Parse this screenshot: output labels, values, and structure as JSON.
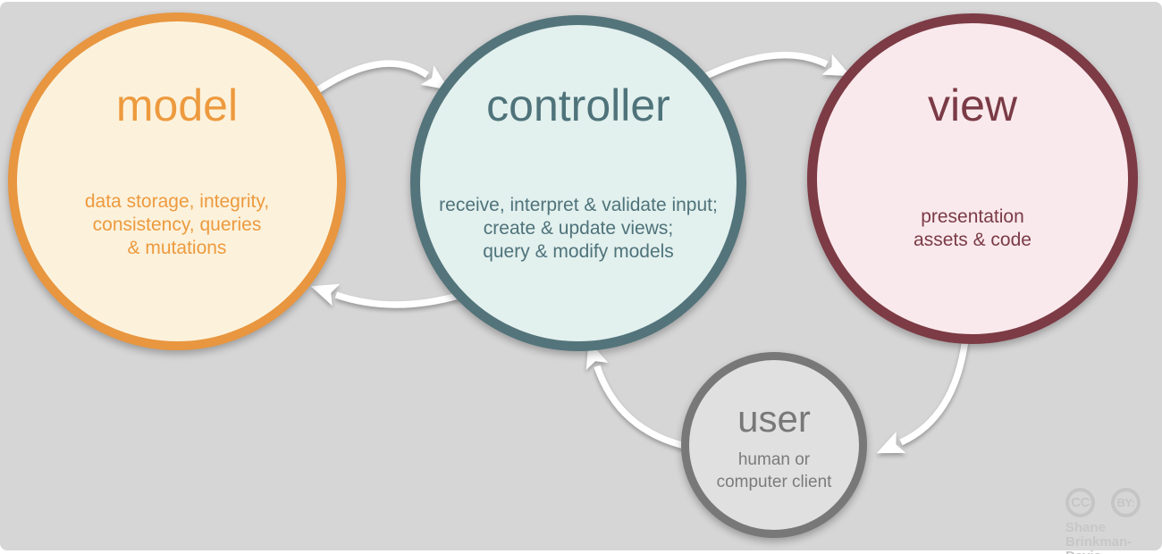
{
  "diagram_type": "mvc-architecture",
  "circles": {
    "model": {
      "title": "model",
      "description": "data storage, integrity,\nconsistency, queries\n& mutations",
      "border_color": "#E8963F",
      "fill_color": "#FCF2DC",
      "text_color": "#ED9A3E"
    },
    "controller": {
      "title": "controller",
      "description": "receive, interpret & validate input;\ncreate & update views;\nquery & modify models",
      "border_color": "#53747A",
      "fill_color": "#E2F0EE",
      "text_color": "#4F737A"
    },
    "view": {
      "title": "view",
      "description": "presentation\nassets & code",
      "border_color": "#7C3B45",
      "fill_color": "#FAE9EC",
      "text_color": "#7A3B46"
    },
    "user": {
      "title": "user",
      "description": "human or\ncomputer client",
      "border_color": "#787878",
      "fill_color": "#E0E0E0",
      "text_color": "#787878"
    }
  },
  "arrows": [
    {
      "from": "model",
      "to": "controller"
    },
    {
      "from": "controller",
      "to": "view"
    },
    {
      "from": "controller",
      "to": "model"
    },
    {
      "from": "view",
      "to": "user"
    },
    {
      "from": "user",
      "to": "controller"
    }
  ],
  "arrow_color": "#FFFFFF",
  "background_color": "#D7D6D7",
  "attribution": {
    "cc_label": "CC",
    "by_label": "BY:",
    "author": "Shane\nBrinkman-Davis",
    "color": "#C6C6C6"
  }
}
